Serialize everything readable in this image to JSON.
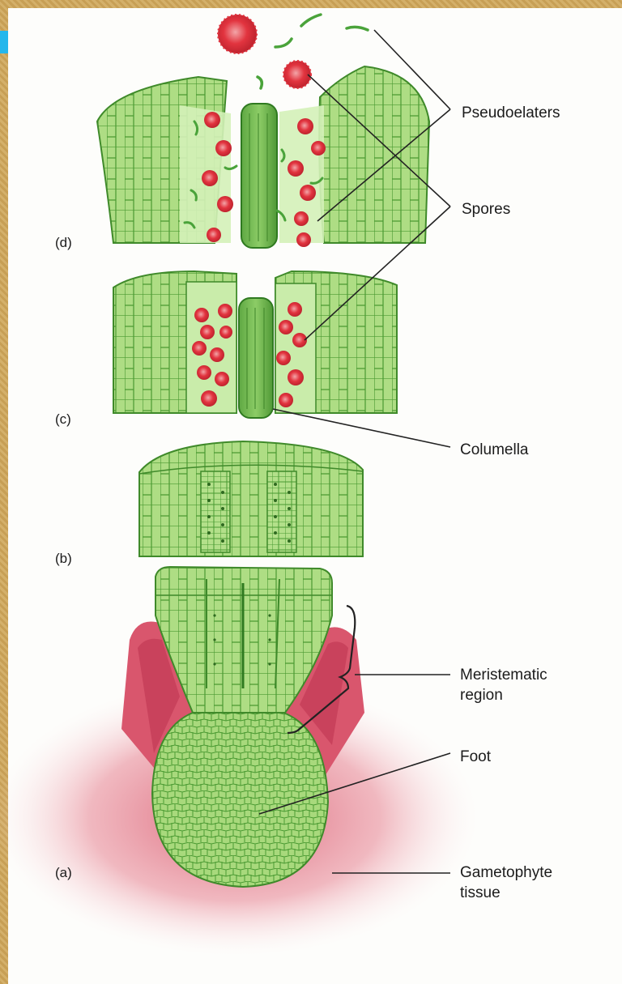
{
  "labels": {
    "pseudoelaters": "Pseudoelaters",
    "spores": "Spores",
    "columella": "Columella",
    "meristematic_1": "Meristematic",
    "meristematic_2": "region",
    "foot": "Foot",
    "gametophyte_1": "Gametophyte",
    "gametophyte_2": "tissue"
  },
  "panels": {
    "d": "(d)",
    "c": "(c)",
    "b": "(b)",
    "a": "(a)"
  },
  "colors": {
    "tissue_green": "#a9d97e",
    "tissue_line": "#3f8a2a",
    "spore_red": "#e2343f",
    "gametophyte_pink": "#e26f7f",
    "frame_gold": "#c9a45e",
    "accent_blue": "#25b7ec"
  }
}
